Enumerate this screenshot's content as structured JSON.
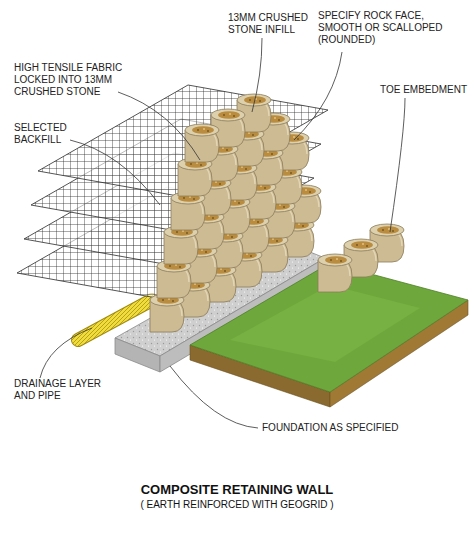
{
  "diagram": {
    "title": "COMPOSITE RETAINING WALL",
    "caption": "( EARTH REINFORCED WITH GEOGRID )",
    "labels": [
      "13MM CRUSHED STONE INFILL",
      "SPECIFY ROCK FACE, SMOOTH OR SCALLOPED (ROUNDED)",
      "HIGH TENSILE FABRIC LOCKED INTO 13MM CRUSHED STONE",
      "SELECTED BACKFILL",
      "TOE EMBEDMENT",
      "DRAINAGE LAYER AND PIPE",
      "FOUNDATION AS SPECIFIED"
    ]
  }
}
